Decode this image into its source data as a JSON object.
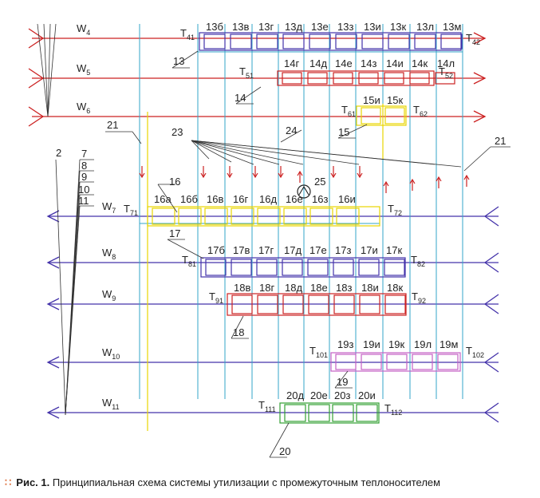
{
  "streams": {
    "hot": [
      "W4",
      "W5",
      "W6"
    ],
    "cold": [
      "W7",
      "W8",
      "W9",
      "W10",
      "W11"
    ]
  },
  "hot_stream_color": "#cc2222",
  "cold_stream_color": "#4433aa",
  "coolant_color": "#33a6c9",
  "exchanger_colors": {
    "g13": "#4433aa",
    "g14": "#cc2222",
    "g15": "#e8d600",
    "g16": "#e8d600",
    "g17": "#4433aa",
    "g18": "#cc2222",
    "g19": "#c560c5",
    "g20": "#33a033"
  },
  "groups": {
    "g13": {
      "label": "13",
      "cells": [
        "13б",
        "13в",
        "13г",
        "13д",
        "13е",
        "13з",
        "13и",
        "13к",
        "13л",
        "13м"
      ],
      "t_in": "T41",
      "t_out": "T42"
    },
    "g14": {
      "label": "14",
      "cells": [
        "14г",
        "14д",
        "14е",
        "14з",
        "14и",
        "14к",
        "14л"
      ],
      "t_in": "T51",
      "t_out": "T52"
    },
    "g15": {
      "label": "15",
      "cells": [
        "15и",
        "15к"
      ],
      "t_in": "T61",
      "t_out": "T62"
    },
    "g16": {
      "label": "16",
      "cells": [
        "16а",
        "16б",
        "16в",
        "16г",
        "16д",
        "16е",
        "16з",
        "16и"
      ],
      "t_in": "T71",
      "t_out": "T72"
    },
    "g17": {
      "label": "17",
      "cells": [
        "17б",
        "17в",
        "17г",
        "17д",
        "17е",
        "17з",
        "17и",
        "17к"
      ],
      "t_in": "T81",
      "t_out": "T82"
    },
    "g18": {
      "label": "18",
      "cells": [
        "18в",
        "18г",
        "18д",
        "18е",
        "18з",
        "18и",
        "18к"
      ],
      "t_in": "T91",
      "t_out": "T92"
    },
    "g19": {
      "label": "19",
      "cells": [
        "19з",
        "19и",
        "19к",
        "19л",
        "19м"
      ],
      "t_in": "T101",
      "t_out": "T102"
    },
    "g20": {
      "label": "20",
      "cells": [
        "20д",
        "20е",
        "20з",
        "20и"
      ],
      "t_in": "T111",
      "t_out": "T112"
    }
  },
  "callouts": {
    "c21": "21",
    "c23": "23",
    "c24": "24",
    "c25": "25",
    "c2": "2",
    "c7": "7",
    "c8": "8",
    "c9": "9",
    "c10": "10",
    "c11": "11"
  },
  "caption": {
    "figure": "Рис. 1.",
    "text": "Принципиальная схема системы утилизации с промежуточным теплоносителем"
  }
}
